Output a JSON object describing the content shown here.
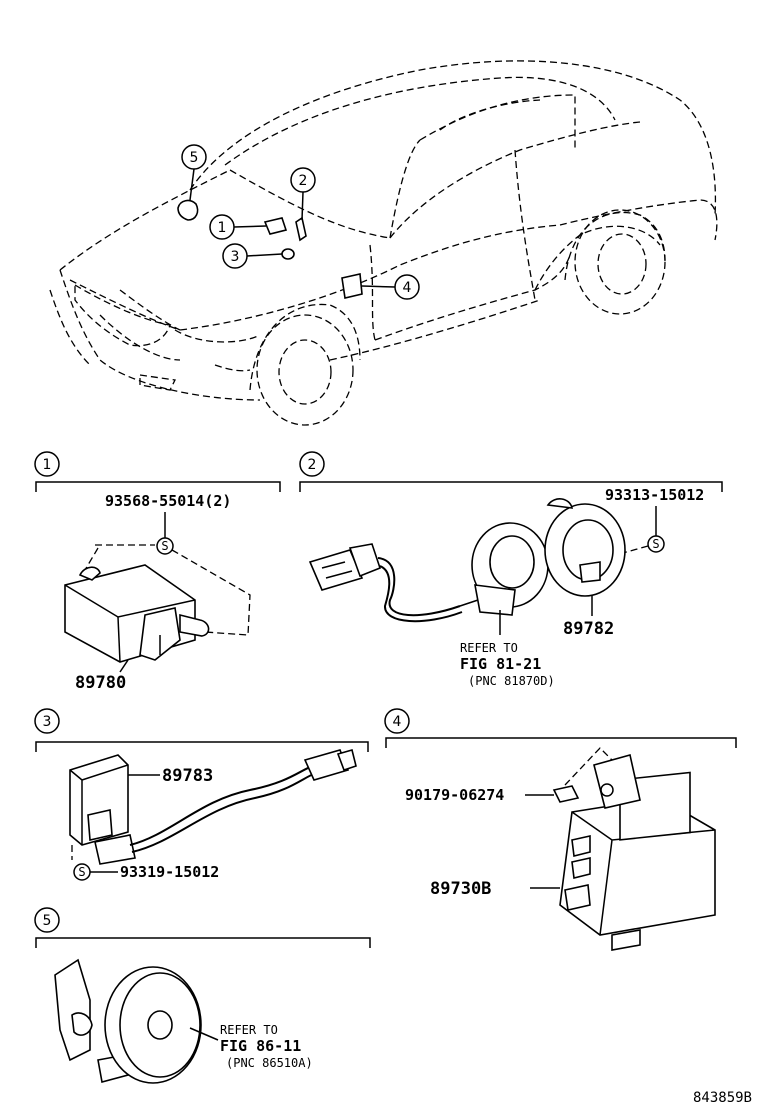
{
  "car_callouts": [
    "5",
    "2",
    "1",
    "3",
    "4"
  ],
  "sections": [
    {
      "number": "1",
      "labels": {
        "screw": "93568-55014(2)",
        "part": "89780"
      }
    },
    {
      "number": "2",
      "labels": {
        "screw": "93313-15012",
        "part": "89782",
        "ref_line1": "REFER TO",
        "ref_line2": "FIG 81-21",
        "ref_line3": "(PNC 81870D)"
      }
    },
    {
      "number": "3",
      "labels": {
        "part": "89783",
        "screw": "93319-15012"
      }
    },
    {
      "number": "4",
      "labels": {
        "clip": "90179-06274",
        "part": "89730B"
      }
    },
    {
      "number": "5",
      "labels": {
        "ref_line1": "REFER TO",
        "ref_line2": "FIG 86-11",
        "ref_line3": "(PNC 86510A)"
      }
    }
  ],
  "screw_symbol": "S",
  "diagram_code": "843859B"
}
